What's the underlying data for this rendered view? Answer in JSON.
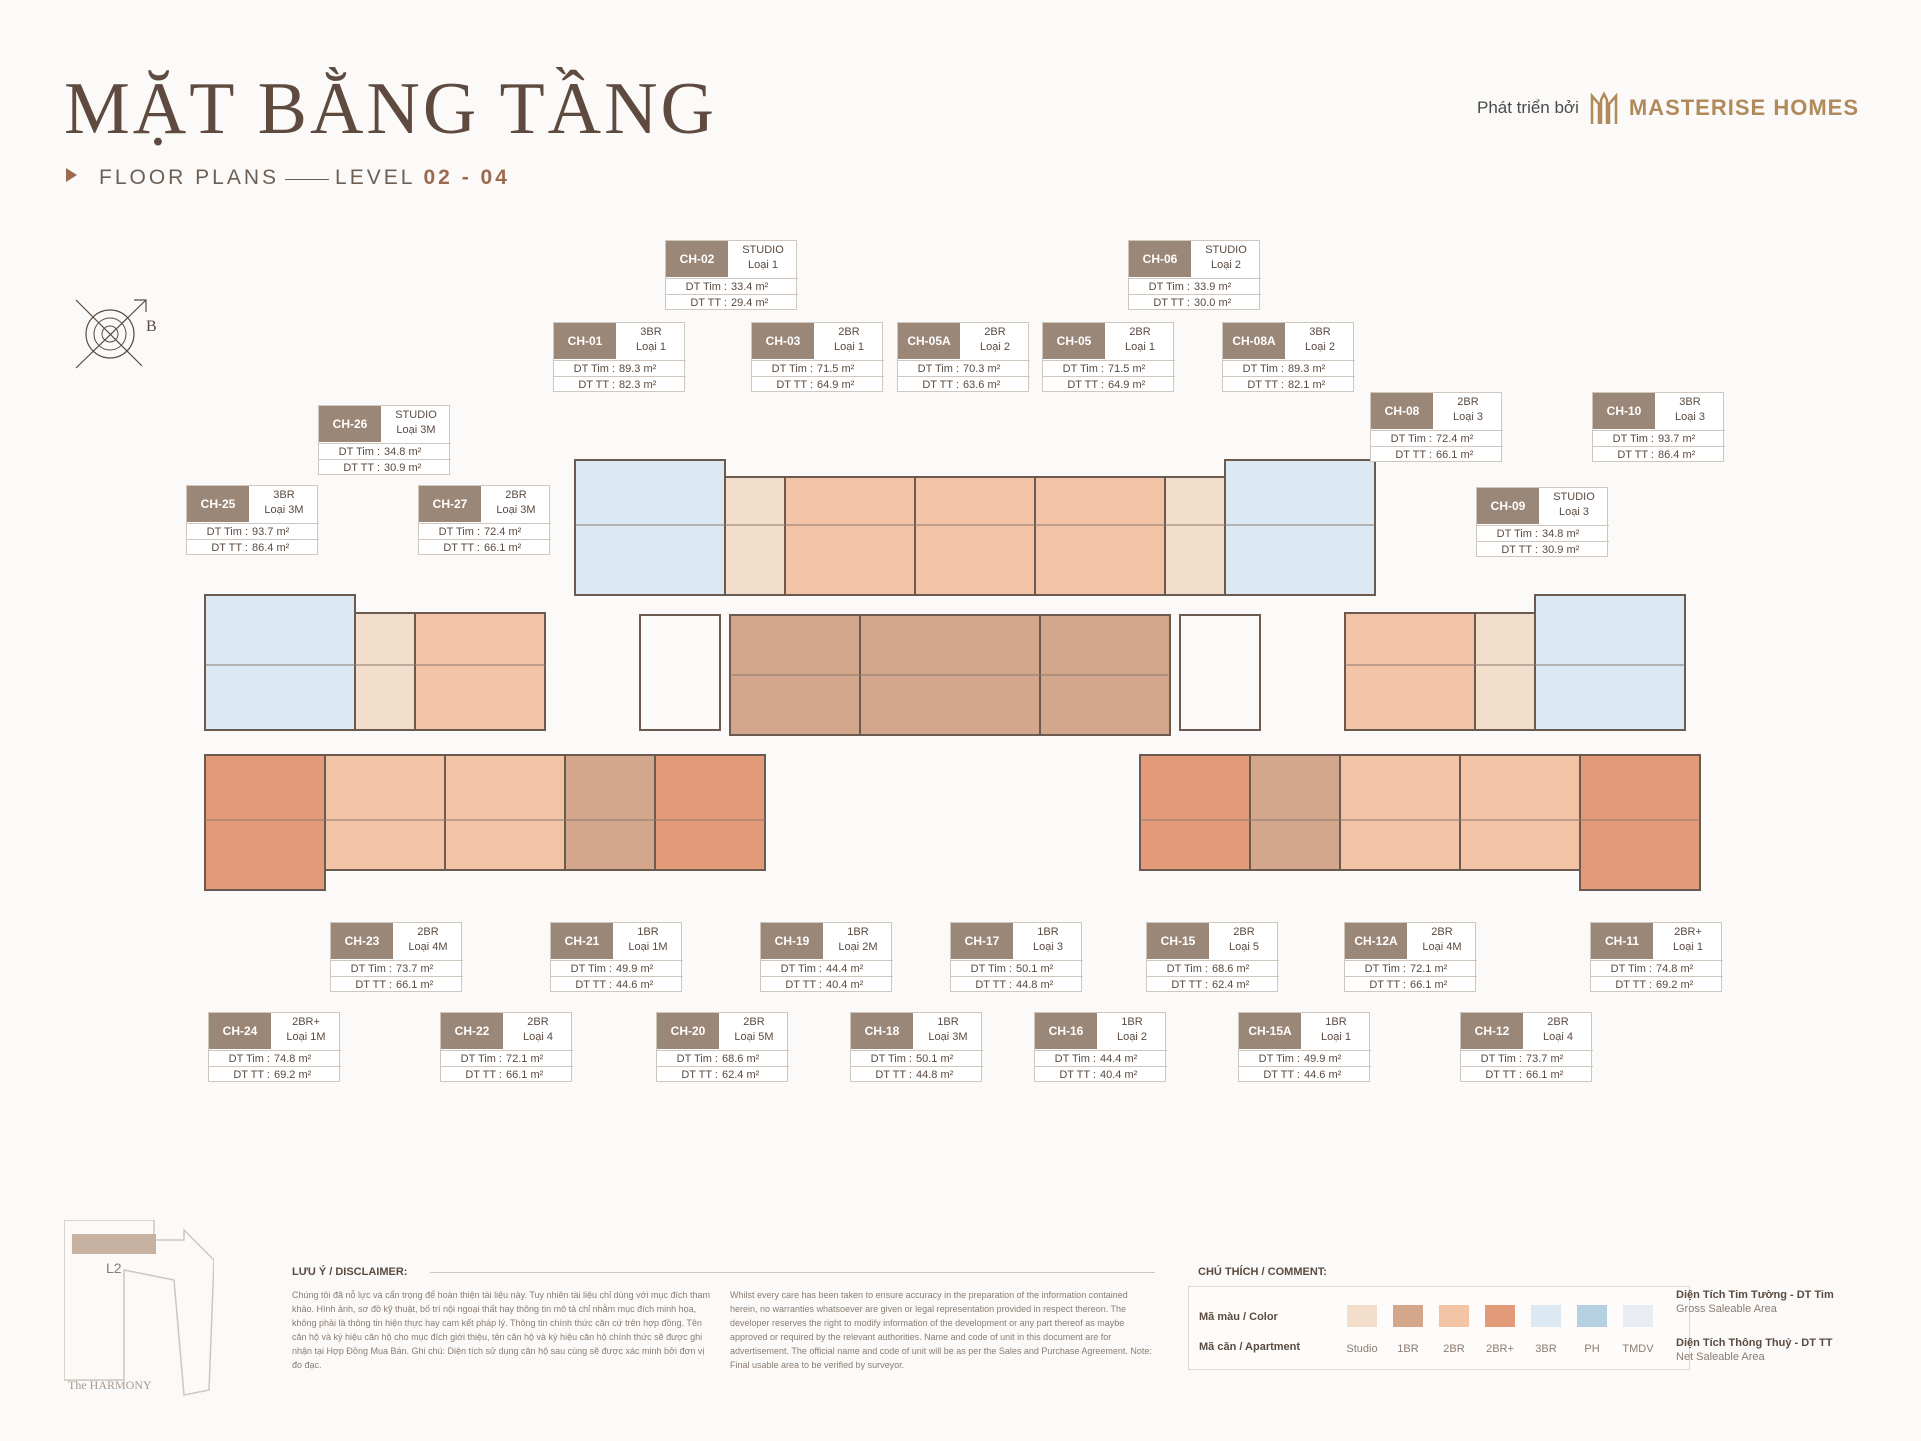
{
  "header": {
    "title": "MẶT BẰNG TẦNG",
    "subtitle_prefix": "FLOOR PLANS",
    "subtitle_level": "LEVEL",
    "subtitle_level_value": "02 - 04",
    "developer_prefix": "Phát triển bởi",
    "developer_name": "MASTERISE HOMES",
    "compass_label": "B"
  },
  "units": [
    {
      "code": "CH-02",
      "type": "STUDIO",
      "kind": "Loại 1",
      "dt_tim": "33.4 m²",
      "dt_tt": "29.4 m²"
    },
    {
      "code": "CH-06",
      "type": "STUDIO",
      "kind": "Loại 2",
      "dt_tim": "33.9 m²",
      "dt_tt": "30.0 m²"
    },
    {
      "code": "CH-01",
      "type": "3BR",
      "kind": "Loại 1",
      "dt_tim": "89.3 m²",
      "dt_tt": "82.3 m²"
    },
    {
      "code": "CH-03",
      "type": "2BR",
      "kind": "Loại 1",
      "dt_tim": "71.5 m²",
      "dt_tt": "64.9 m²"
    },
    {
      "code": "CH-05A",
      "type": "2BR",
      "kind": "Loại 2",
      "dt_tim": "70.3 m²",
      "dt_tt": "63.6 m²"
    },
    {
      "code": "CH-05",
      "type": "2BR",
      "kind": "Loại 1",
      "dt_tim": "71.5 m²",
      "dt_tt": "64.9 m²"
    },
    {
      "code": "CH-08A",
      "type": "3BR",
      "kind": "Loại 2",
      "dt_tim": "89.3 m²",
      "dt_tt": "82.1 m²"
    },
    {
      "code": "CH-26",
      "type": "STUDIO",
      "kind": "Loại 3M",
      "dt_tim": "34.8 m²",
      "dt_tt": "30.9 m²"
    },
    {
      "code": "CH-08",
      "type": "2BR",
      "kind": "Loại 3",
      "dt_tim": "72.4 m²",
      "dt_tt": "66.1 m²"
    },
    {
      "code": "CH-10",
      "type": "3BR",
      "kind": "Loại 3",
      "dt_tim": "93.7 m²",
      "dt_tt": "86.4 m²"
    },
    {
      "code": "CH-25",
      "type": "3BR",
      "kind": "Loại 3M",
      "dt_tim": "93.7 m²",
      "dt_tt": "86.4 m²"
    },
    {
      "code": "CH-27",
      "type": "2BR",
      "kind": "Loại 3M",
      "dt_tim": "72.4 m²",
      "dt_tt": "66.1 m²"
    },
    {
      "code": "CH-09",
      "type": "STUDIO",
      "kind": "Loại 3",
      "dt_tim": "34.8 m²",
      "dt_tt": "30.9 m²"
    },
    {
      "code": "CH-23",
      "type": "2BR",
      "kind": "Loại 4M",
      "dt_tim": "73.7 m²",
      "dt_tt": "66.1 m²"
    },
    {
      "code": "CH-21",
      "type": "1BR",
      "kind": "Loại 1M",
      "dt_tim": "49.9 m²",
      "dt_tt": "44.6 m²"
    },
    {
      "code": "CH-19",
      "type": "1BR",
      "kind": "Loại 2M",
      "dt_tim": "44.4 m²",
      "dt_tt": "40.4 m²"
    },
    {
      "code": "CH-17",
      "type": "1BR",
      "kind": "Loại 3",
      "dt_tim": "50.1 m²",
      "dt_tt": "44.8 m²"
    },
    {
      "code": "CH-15",
      "type": "2BR",
      "kind": "Loại 5",
      "dt_tim": "68.6 m²",
      "dt_tt": "62.4 m²"
    },
    {
      "code": "CH-12A",
      "type": "2BR",
      "kind": "Loại 4M",
      "dt_tim": "72.1 m²",
      "dt_tt": "66.1 m²"
    },
    {
      "code": "CH-11",
      "type": "2BR+",
      "kind": "Loại 1",
      "dt_tim": "74.8 m²",
      "dt_tt": "69.2 m²"
    },
    {
      "code": "CH-24",
      "type": "2BR+",
      "kind": "Loại 1M",
      "dt_tim": "74.8 m²",
      "dt_tt": "69.2 m²"
    },
    {
      "code": "CH-22",
      "type": "2BR",
      "kind": "Loại 4",
      "dt_tim": "72.1 m²",
      "dt_tt": "66.1 m²"
    },
    {
      "code": "CH-20",
      "type": "2BR",
      "kind": "Loại 5M",
      "dt_tim": "68.6 m²",
      "dt_tt": "62.4 m²"
    },
    {
      "code": "CH-18",
      "type": "1BR",
      "kind": "Loại 3M",
      "dt_tim": "50.1 m²",
      "dt_tt": "44.8 m²"
    },
    {
      "code": "CH-16",
      "type": "1BR",
      "kind": "Loại 2",
      "dt_tim": "44.4 m²",
      "dt_tt": "40.4 m²"
    },
    {
      "code": "CH-15A",
      "type": "1BR",
      "kind": "Loại 1",
      "dt_tim": "49.9 m²",
      "dt_tt": "44.6 m²"
    },
    {
      "code": "CH-12",
      "type": "2BR",
      "kind": "Loại 4",
      "dt_tim": "73.7 m²",
      "dt_tt": "66.1 m²"
    }
  ],
  "labels": {
    "dt_tim": "DT Tim :",
    "dt_tt": "DT TT :"
  },
  "disclaimer": {
    "title": "LƯU Ý / DISCLAIMER:",
    "vi": "Chúng tôi đã nỗ lực và cẩn trọng để hoàn thiện tài liệu này. Tuy nhiên tài liệu chỉ dùng với mục đích tham khảo. Hình ảnh, sơ đồ kỹ thuật, bố trí nội ngoại thất hay thông tin mô tả chỉ nhằm mục đích minh họa, không phải là thông tin hiện thực hay cam kết pháp lý. Thông tin chính thức căn cứ trên hợp đồng. Tên căn hộ và ký hiệu căn hộ cho mục đích giới thiệu, tên căn hộ và ký hiệu căn hộ chính thức sẽ được ghi nhận tại Hợp Đồng Mua Bán. Ghi chú: Diện tích sử dụng căn hộ sau cùng sẽ được xác minh bởi đơn vị đo đạc.",
    "en": "Whilst every care has been taken to ensure accuracy in the preparation of the information contained herein, no warranties whatsoever are given or legal representation provided in respect thereon. The developer reserves the right to modify information of the development or any part thereof as maybe approved or required by the relevant authorities. Name and code of unit in this document are for advertisement. The official name and code of unit will be as per the Sales and Purchase Agreement. Note: Final usable area to be verified by surveyor."
  },
  "legend": {
    "title": "CHÚ THÍCH / COMMENT:",
    "color_label": "Mã màu / Color",
    "apartment_label": "Mã căn / Apartment",
    "items": [
      {
        "label": "Studio",
        "color": "#f3ddcb"
      },
      {
        "label": "1BR",
        "color": "#d4a78c"
      },
      {
        "label": "2BR",
        "color": "#f2c3a4"
      },
      {
        "label": "2BR+",
        "color": "#e39a78"
      },
      {
        "label": "3BR",
        "color": "#dce9f2"
      },
      {
        "label": "PH",
        "color": "#b5d1e2"
      },
      {
        "label": "TMDV",
        "color": "#e9ecf3"
      }
    ],
    "gross_title": "Diện Tích Tim Tường - DT Tim",
    "gross_sub": "Gross Saleable Area",
    "net_title": "Diện Tích Thông Thuỷ - DT TT",
    "net_sub": "Net Saleable Area"
  },
  "keyplan": {
    "label": "L2",
    "project": "The HARMONY"
  }
}
